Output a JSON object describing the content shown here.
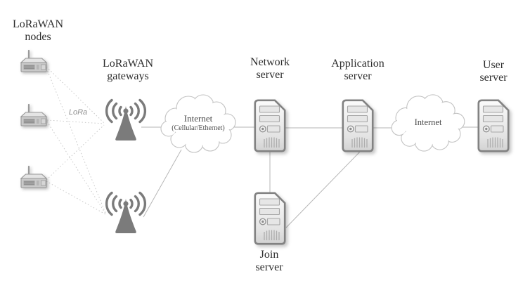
{
  "diagram": {
    "labels": {
      "lorawan_nodes": "LoRaWAN\nnodes",
      "lorawan_gateways": "LoRaWAN\ngateways",
      "network_server": "Network\nserver",
      "application_server": "Application\nserver",
      "user_server": "User\nserver",
      "join_server": "Join\nserver",
      "lora_link": "LoRa"
    },
    "clouds": {
      "backhaul": {
        "title": "Internet",
        "subtitle": "(Cellular/Ethernet)"
      },
      "public": {
        "title": "Internet"
      }
    },
    "icons": {
      "node": "iot-router-icon",
      "gateway": "radio-antenna-icon",
      "server": "tower-server-icon",
      "cloud": "cloud-icon"
    },
    "colors": {
      "background": "#ffffff",
      "label_text": "#2d2d2d",
      "cloud_text": "#4a4a4a",
      "lora_text": "#8f8f8f",
      "solid_line": "#b6b6b6",
      "dotted_line": "#c9c9c9",
      "icon_gray": "#7b7b7b",
      "server_border": "#828282",
      "cloud_stroke": "#c2c2c2"
    }
  }
}
